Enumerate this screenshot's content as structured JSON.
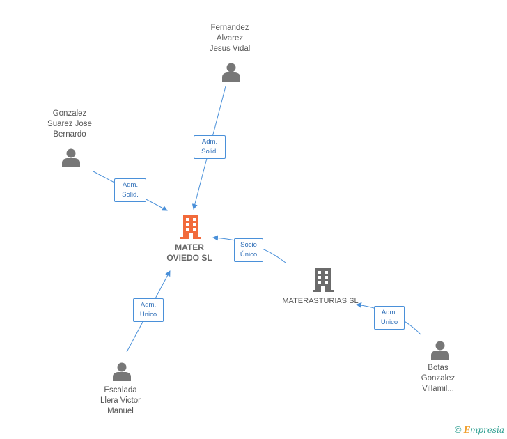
{
  "nodes": {
    "center": {
      "line1": "MATER",
      "line2": "OVIEDO  SL",
      "color": "#f26a3b"
    },
    "materasturias": {
      "label": "MATERASTURIAS SL",
      "color": "#6b6b6b"
    },
    "fernandez": {
      "line1": "Fernandez",
      "line2": "Alvarez",
      "line3": "Jesus Vidal"
    },
    "gonzalez": {
      "line1": "Gonzalez",
      "line2": "Suarez Jose",
      "line3": "Bernardo"
    },
    "escalada": {
      "line1": "Escalada",
      "line2": "Llera Victor",
      "line3": "Manuel"
    },
    "botas": {
      "line1": "Botas",
      "line2": "Gonzalez",
      "line3": "Villamil..."
    }
  },
  "edges": {
    "fernandez": {
      "line1": "Adm.",
      "line2": "Solid."
    },
    "gonzalez": {
      "line1": "Adm.",
      "line2": "Solid."
    },
    "escalada": {
      "line1": "Adm.",
      "line2": "Unico"
    },
    "materasturias": {
      "line1": "Socio",
      "line2": "Único"
    },
    "botas": {
      "line1": "Adm.",
      "line2": "Unico"
    }
  },
  "colors": {
    "edge": "#4a90d9",
    "person": "#777777"
  },
  "footer": {
    "copyright": "©",
    "brand_first": "E",
    "brand_rest": "mpresia"
  }
}
